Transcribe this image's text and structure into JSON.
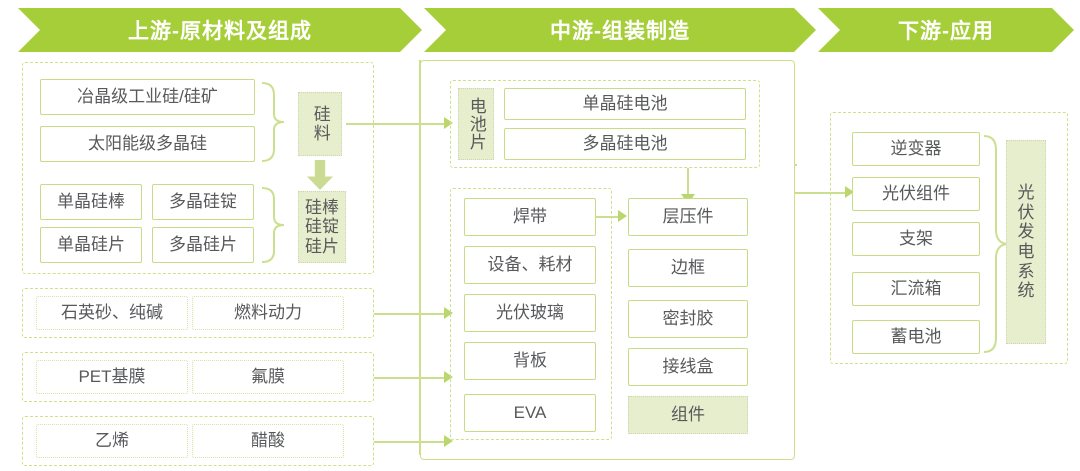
{
  "banners": [
    {
      "id": "upstream",
      "label": "上游-原材料及组成"
    },
    {
      "id": "midstream",
      "label": "中游-组装制造"
    },
    {
      "id": "downstream",
      "label": "下游-应用"
    }
  ],
  "colors": {
    "banner_green": "#a6ce39",
    "border_green": "#c6dc86",
    "fill_green": "#e7eecd",
    "connector_green": "#cbe08e",
    "text_gray": "#58595b"
  },
  "upstream": {
    "silicon_group": {
      "rows": [
        {
          "cells": [
            "冶晶级工业硅/硅矿"
          ]
        },
        {
          "cells": [
            "太阳能级多晶硅"
          ]
        },
        {
          "cells": [
            "单晶硅棒",
            "多晶硅锭"
          ]
        },
        {
          "cells": [
            "单晶硅片",
            "多晶硅片"
          ]
        }
      ],
      "tag_top": "硅料",
      "tag_bottom_lines": [
        "硅棒",
        "硅锭",
        "硅片"
      ]
    },
    "material_groups": [
      {
        "cells": [
          "石英砂、纯碱",
          "燃料动力"
        ]
      },
      {
        "cells": [
          "PET基膜",
          "氟膜"
        ]
      },
      {
        "cells": [
          "乙烯",
          "醋酸"
        ]
      }
    ]
  },
  "midstream": {
    "cell_group": {
      "tag": "电池片",
      "items": [
        "单晶硅电池",
        "多晶硅电池"
      ]
    },
    "materials": [
      "焊带",
      "设备、耗材",
      "光伏玻璃",
      "背板",
      "EVA"
    ],
    "components": [
      "层压件",
      "边框",
      "密封胶",
      "接线盒"
    ],
    "module_box": "组件"
  },
  "downstream": {
    "items": [
      "逆变器",
      "光伏组件",
      "支架",
      "汇流箱",
      "蓄电池"
    ],
    "tag_lines": [
      "光",
      "伏",
      "发",
      "电",
      "系",
      "统"
    ]
  }
}
